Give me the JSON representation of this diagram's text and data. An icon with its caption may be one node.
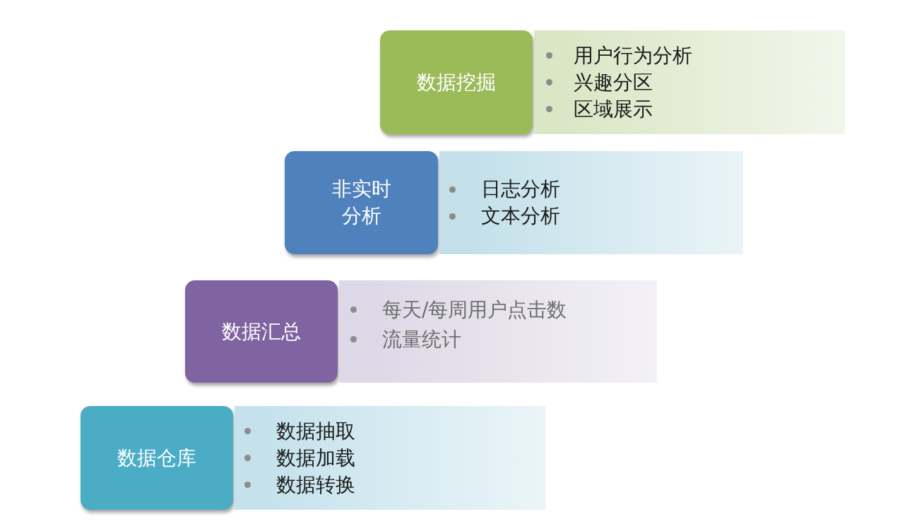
{
  "diagram": {
    "nodes": [
      {
        "text": [
          "数据挖掘"
        ]
      },
      {
        "text": [
          "用户行为分析",
          "兴趣分区",
          "区域展示"
        ]
      },
      {
        "text": [
          "非实时分析"
        ]
      },
      {
        "text": [
          "日志分析",
          "文本分析"
        ]
      },
      {
        "text": [
          "数据汇总"
        ]
      },
      {
        "text": [
          "每天/每周用户点击数",
          "流量统计"
        ]
      },
      {
        "text": [
          "数据仓库"
        ]
      },
      {
        "text": [
          "数据抽取",
          "数据加载",
          "数据转换"
        ]
      }
    ]
  }
}
